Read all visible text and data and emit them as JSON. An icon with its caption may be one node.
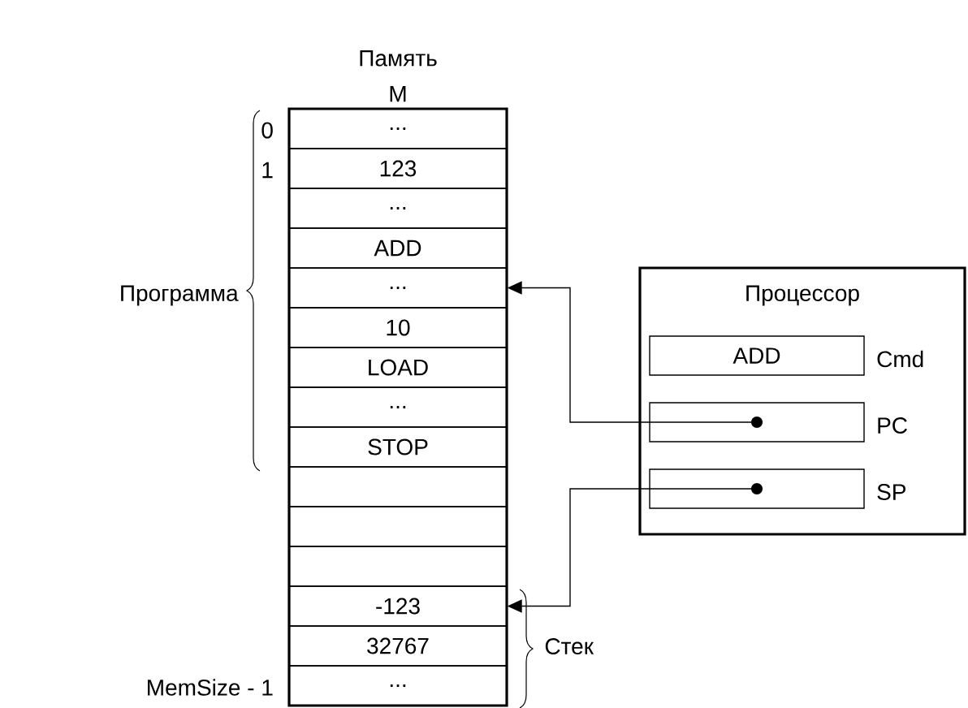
{
  "diagram": {
    "nodes": [
      {
        "text": [
          "Память M"
        ]
      },
      {
        "text": [
          "..."
        ],
        "in": 0,
        "beside": [
          "0"
        ]
      },
      {
        "text": [
          "123"
        ],
        "in": 0,
        "beside": [
          "1"
        ]
      },
      {
        "text": [
          "..."
        ],
        "in": 0
      },
      {
        "text": [
          "ADD"
        ],
        "in": 0
      },
      {
        "text": [
          "..."
        ],
        "in": 0
      },
      {
        "text": [
          "10"
        ],
        "in": 0
      },
      {
        "text": [
          "LOAD"
        ],
        "in": 0
      },
      {
        "text": [
          "..."
        ],
        "in": 0
      },
      {
        "text": [
          "STOP"
        ],
        "in": 0
      },
      {
        "text": [],
        "shape": "box",
        "in": 0
      },
      {
        "text": [],
        "shape": "box",
        "in": 0
      },
      {
        "text": [],
        "shape": "box",
        "in": 0
      },
      {
        "text": [
          "-123"
        ],
        "in": 0
      },
      {
        "text": [
          "32767"
        ],
        "in": 0
      },
      {
        "text": [
          "..."
        ],
        "in": 0,
        "beside": [
          "MemSize - 1"
        ]
      },
      {
        "text": [
          "Процессор"
        ]
      },
      {
        "text": [
          "ADD"
        ],
        "in": 16,
        "beside": [
          "Cmd"
        ]
      },
      {
        "text": [],
        "shape": "box",
        "in": 16,
        "beside": [
          "PC"
        ]
      },
      {
        "text": [],
        "shape": "box",
        "in": 16,
        "beside": [
          "SP"
        ]
      }
    ],
    "edges": [
      {
        "from": 18,
        "to": 5,
        "arrow": "to"
      },
      {
        "from": 19,
        "to": 13,
        "arrow": "to"
      }
    ],
    "labels": [
      "Программа",
      "Стек"
    ]
  }
}
